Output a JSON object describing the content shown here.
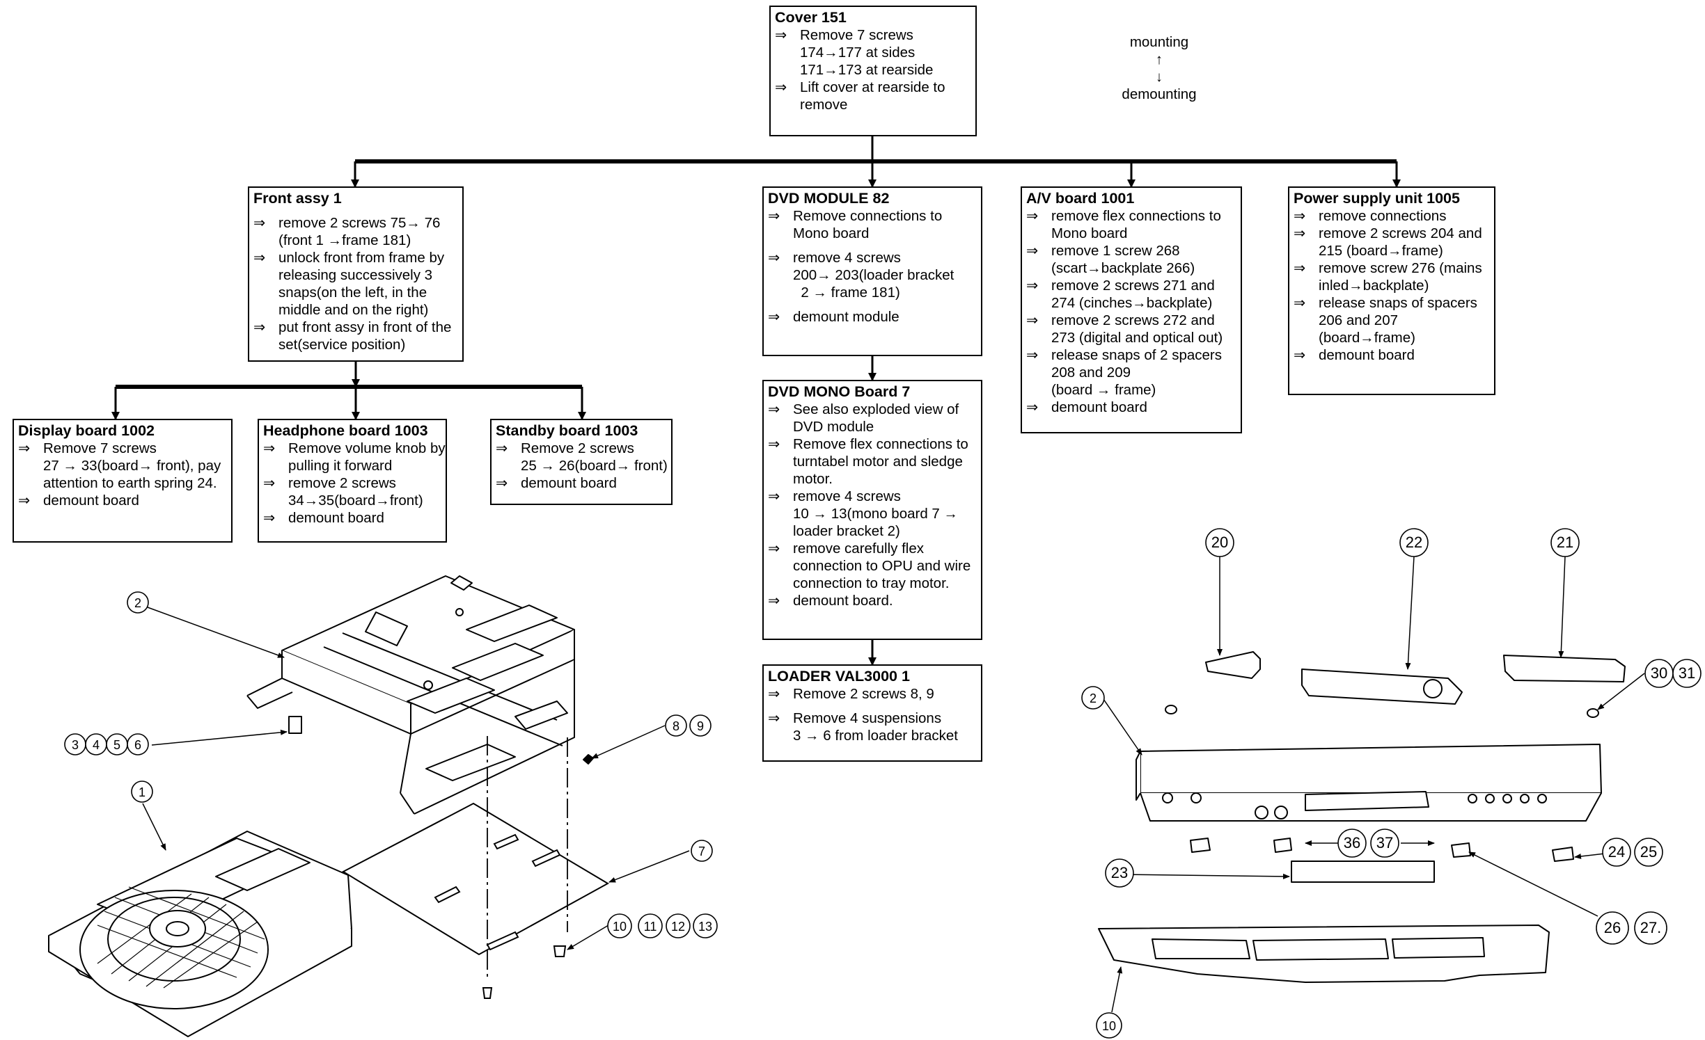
{
  "legend": {
    "mounting": "mounting",
    "demounting": "demounting",
    "arrow_up": "↑",
    "arrow_down": "↓"
  },
  "boxes": [
    {
      "id": "cover-151",
      "title": "Cover 151",
      "steps": [
        {
          "arrow": "⇒",
          "text": "Remove 7 screws"
        },
        {
          "arrow": "",
          "text": "174→177 at sides"
        },
        {
          "arrow": "",
          "text": "171→173 at rearside"
        },
        {
          "arrow": "⇒",
          "text": "Lift cover at rearside to\nremove"
        }
      ]
    },
    {
      "id": "front-assy-1",
      "title": "Front assy 1",
      "steps": [
        {
          "arrow": "⇒",
          "text": "remove 2 screws 75→ 76\n(front 1 →frame 181)"
        },
        {
          "arrow": "⇒",
          "text": "unlock front from frame by\nreleasing successively 3\nsnaps(on the left, in the\nmiddle and on the right)"
        },
        {
          "arrow": "⇒",
          "text": "put front assy in front of the\nset(service position)"
        }
      ]
    },
    {
      "id": "dvd-module-82",
      "title": "DVD MODULE 82",
      "steps": [
        {
          "arrow": "⇒",
          "text": "Remove connections to\nMono board"
        },
        {
          "arrow": "⇒",
          "text": "remove 4 screws\n200→ 203(loader bracket\n  2 → frame 181)"
        },
        {
          "arrow": "⇒",
          "text": "demount module"
        }
      ]
    },
    {
      "id": "av-board-1001",
      "title": "A/V  board 1001",
      "steps": [
        {
          "arrow": "⇒",
          "text": "remove flex connections to\nMono board"
        },
        {
          "arrow": "⇒",
          "text": "remove 1 screw 268\n(scart→backplate 266)"
        },
        {
          "arrow": "⇒",
          "text": "remove 2 screws 271 and\n274 (cinches→backplate)"
        },
        {
          "arrow": "⇒",
          "text": "remove 2 screws 272 and\n273 (digital and optical out)"
        },
        {
          "arrow": "⇒",
          "text": "release snaps of 2 spacers\n208 and 209\n(board → frame)"
        },
        {
          "arrow": "⇒",
          "text": "demount board"
        }
      ]
    },
    {
      "id": "power-supply-1005",
      "title": "Power supply unit 1005",
      "steps": [
        {
          "arrow": "⇒",
          "text": "remove connections"
        },
        {
          "arrow": "⇒",
          "text": "remove 2 screws 204 and\n215 (board→frame)"
        },
        {
          "arrow": "⇒",
          "text": "remove screw 276 (mains\ninled→backplate)"
        },
        {
          "arrow": "⇒",
          "text": "release snaps of spacers\n206 and 207\n(board→frame)"
        },
        {
          "arrow": "⇒",
          "text": "demount board"
        }
      ]
    },
    {
      "id": "display-board-1002",
      "title": "Display board 1002",
      "steps": [
        {
          "arrow": "⇒",
          "text": "Remove 7 screws\n27 → 33(board→ front), pay\nattention to earth spring 24."
        },
        {
          "arrow": "⇒",
          "text": "demount board"
        }
      ]
    },
    {
      "id": "headphone-board-1003",
      "title": "Headphone board 1003",
      "steps": [
        {
          "arrow": "⇒",
          "text": "Remove volume knob by\npulling it forward"
        },
        {
          "arrow": "⇒",
          "text": "remove 2 screws\n34→35(board→front)"
        },
        {
          "arrow": "⇒",
          "text": "demount board"
        }
      ]
    },
    {
      "id": "standby-board-1003",
      "title": "Standby board 1003",
      "steps": [
        {
          "arrow": "⇒",
          "text": "Remove 2 screws\n25 → 26(board→ front)"
        },
        {
          "arrow": "⇒",
          "text": "demount board"
        }
      ]
    },
    {
      "id": "dvd-mono-board-7",
      "title": "DVD MONO Board 7",
      "steps": [
        {
          "arrow": "⇒",
          "text": "See also exploded view of\nDVD module"
        },
        {
          "arrow": "⇒",
          "text": "Remove flex connections to\nturntabel motor and sledge\nmotor."
        },
        {
          "arrow": "⇒",
          "text": "remove 4 screws\n10 → 13(mono board 7 →\nloader bracket 2)"
        },
        {
          "arrow": "⇒",
          "text": "remove carefully flex\nconnection to OPU and wire\nconnection to tray motor."
        },
        {
          "arrow": "⇒",
          "text": "demount board."
        }
      ]
    },
    {
      "id": "loader-val3000-1",
      "title": "LOADER VAL3000  1",
      "steps": [
        {
          "arrow": "⇒",
          "text": "Remove 2 screws 8, 9"
        },
        {
          "arrow": "⇒",
          "text": "Remove 4 suspensions\n3 → 6 from loader bracket"
        }
      ]
    }
  ],
  "callouts": {
    "left": [
      "2",
      "3",
      "4",
      "5",
      "6",
      "8",
      "9",
      "1",
      "7",
      "10",
      "11",
      "12",
      "13"
    ],
    "right": [
      "20",
      "22",
      "21",
      "30",
      "31",
      "2",
      "36",
      "37",
      "23",
      "24",
      "25",
      "26",
      "27.",
      "10"
    ]
  }
}
